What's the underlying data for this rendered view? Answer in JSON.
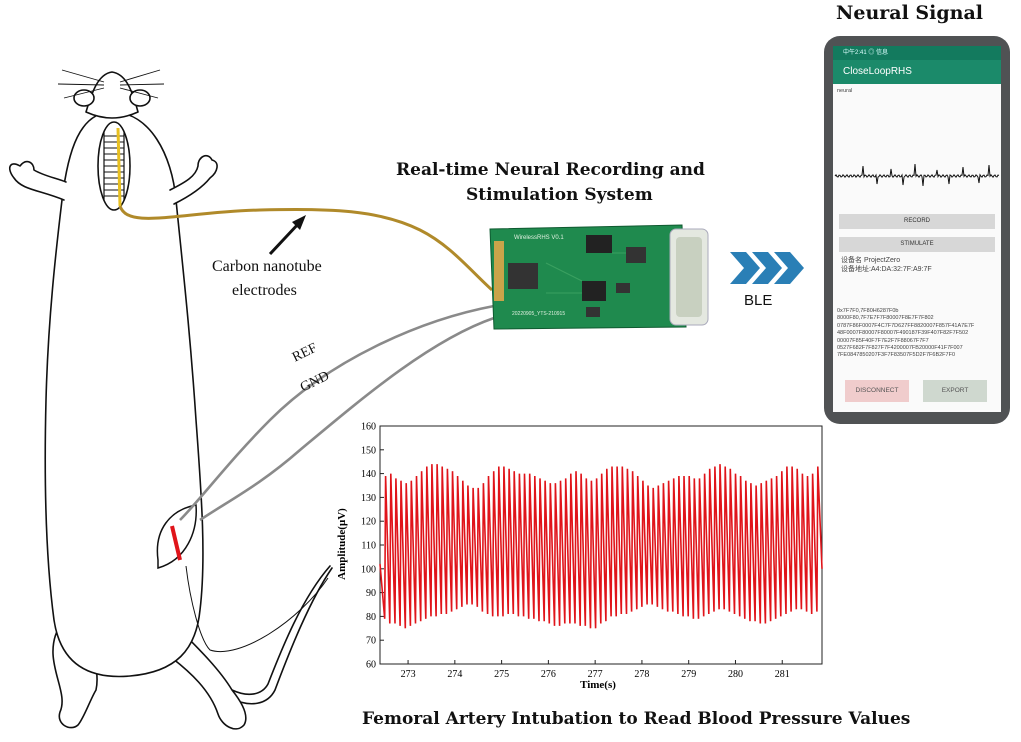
{
  "titles": {
    "neural_signal": "Neural Signal",
    "system_line1": "Real-time Neural Recording and",
    "system_line2": "Stimulation System",
    "femoral": "Femoral Artery Intubation to Read Blood Pressure Values"
  },
  "labels": {
    "electrodes_line1": "Carbon nanotube",
    "electrodes_line2": "electrodes",
    "ref": "REF",
    "gnd": "GND",
    "ble": "BLE"
  },
  "pcb": {
    "name": "WirelessRHS  V0.1",
    "serial": "20220905_YTS-210915"
  },
  "phone": {
    "status": "中午2:41 ◎ 信息",
    "app_title": "CloseLoopRHS",
    "signal_label": "neural",
    "record_button": "RECORD",
    "stimulate_button": "STIMULATE",
    "device_line1": "设备名 ProjectZero",
    "device_line2": "设备地址:A4:DA:32:7F:A9:7F",
    "data_lines": [
      "0x7F7F0,7F80H6287F0b",
      "8000F80,7F7E7F7F80007F8E7F7F802",
      "0787F86F0007F4C7F7D627FF8820007F857F41A7E7F",
      "48F0007F80007F80007F490187F39F407F82F7F502",
      "00007F85F40F7F7E2F7F88067F7F7",
      "0527F682F7F827F7F4200007FB20000F41F7F007",
      "7FE0847850207F3F7F83507F5D2F7F6B2F7F0"
    ],
    "disconnect_button": "DISCONNECT",
    "export_button": "EXPORT"
  },
  "colors": {
    "signal_line": "#e0141a",
    "electrode_wire": "#b08a2a",
    "pcb_green": "#1f8a4e",
    "app_bar": "#1b8a6a",
    "ble_arrow": "#2a7fb6"
  },
  "chart_data": {
    "type": "line",
    "title": "",
    "xlabel": "Time(s)",
    "ylabel": "Amplitude(μV)",
    "xlim": [
      272.4,
      281.85
    ],
    "ylim": [
      60,
      160
    ],
    "x_ticks": [
      273,
      274,
      275,
      276,
      277,
      278,
      279,
      280,
      281
    ],
    "y_ticks": [
      60,
      70,
      80,
      90,
      100,
      110,
      120,
      130,
      140,
      150,
      160
    ],
    "grid": false,
    "series": [
      {
        "cycle_period_s": 0.22,
        "points": [
          [
            272.4,
            102
          ],
          [
            272.5,
            79
          ],
          [
            272.52,
            139
          ],
          [
            272.61,
            77
          ],
          [
            272.63,
            140
          ],
          [
            272.72,
            77
          ],
          [
            272.74,
            138
          ],
          [
            272.83,
            76
          ],
          [
            272.85,
            137
          ],
          [
            272.94,
            75
          ],
          [
            272.96,
            136
          ],
          [
            273.05,
            76
          ],
          [
            273.07,
            137
          ],
          [
            273.16,
            77
          ],
          [
            273.18,
            139
          ],
          [
            273.27,
            78
          ],
          [
            273.29,
            141
          ],
          [
            273.38,
            79
          ],
          [
            273.4,
            143
          ],
          [
            273.49,
            80
          ],
          [
            273.51,
            144
          ],
          [
            273.6,
            80
          ],
          [
            273.62,
            144
          ],
          [
            273.71,
            81
          ],
          [
            273.73,
            143
          ],
          [
            273.82,
            81
          ],
          [
            273.84,
            142
          ],
          [
            273.93,
            82
          ],
          [
            273.95,
            141
          ],
          [
            274.04,
            83
          ],
          [
            274.06,
            139
          ],
          [
            274.15,
            84
          ],
          [
            274.17,
            137
          ],
          [
            274.26,
            85
          ],
          [
            274.28,
            135
          ],
          [
            274.37,
            85
          ],
          [
            274.39,
            134
          ],
          [
            274.48,
            84
          ],
          [
            274.5,
            134
          ],
          [
            274.59,
            82
          ],
          [
            274.61,
            136
          ],
          [
            274.7,
            81
          ],
          [
            274.72,
            139
          ],
          [
            274.81,
            80
          ],
          [
            274.83,
            141
          ],
          [
            274.92,
            80
          ],
          [
            274.94,
            143
          ],
          [
            275.03,
            80
          ],
          [
            275.05,
            143
          ],
          [
            275.14,
            81
          ],
          [
            275.16,
            142
          ],
          [
            275.25,
            81
          ],
          [
            275.27,
            141
          ],
          [
            275.36,
            80
          ],
          [
            275.38,
            140
          ],
          [
            275.47,
            80
          ],
          [
            275.49,
            140
          ],
          [
            275.58,
            79
          ],
          [
            275.6,
            140
          ],
          [
            275.69,
            79
          ],
          [
            275.71,
            139
          ],
          [
            275.8,
            78
          ],
          [
            275.82,
            138
          ],
          [
            275.91,
            78
          ],
          [
            275.93,
            137
          ],
          [
            276.02,
            77
          ],
          [
            276.04,
            136
          ],
          [
            276.13,
            76
          ],
          [
            276.15,
            136
          ],
          [
            276.24,
            76
          ],
          [
            276.26,
            137
          ],
          [
            276.35,
            77
          ],
          [
            276.37,
            138
          ],
          [
            276.46,
            77
          ],
          [
            276.48,
            140
          ],
          [
            276.57,
            77
          ],
          [
            276.59,
            141
          ],
          [
            276.68,
            76
          ],
          [
            276.7,
            140
          ],
          [
            276.79,
            76
          ],
          [
            276.81,
            138
          ],
          [
            276.9,
            75
          ],
          [
            276.92,
            137
          ],
          [
            277.01,
            75
          ],
          [
            277.03,
            138
          ],
          [
            277.12,
            77
          ],
          [
            277.14,
            140
          ],
          [
            277.23,
            78
          ],
          [
            277.25,
            142
          ],
          [
            277.34,
            80
          ],
          [
            277.36,
            143
          ],
          [
            277.45,
            80
          ],
          [
            277.47,
            143
          ],
          [
            277.56,
            81
          ],
          [
            277.58,
            143
          ],
          [
            277.67,
            81
          ],
          [
            277.69,
            142
          ],
          [
            277.78,
            82
          ],
          [
            277.8,
            141
          ],
          [
            277.89,
            83
          ],
          [
            277.91,
            139
          ],
          [
            278.0,
            84
          ],
          [
            278.02,
            137
          ],
          [
            278.11,
            85
          ],
          [
            278.13,
            135
          ],
          [
            278.22,
            85
          ],
          [
            278.24,
            134
          ],
          [
            278.33,
            84
          ],
          [
            278.35,
            135
          ],
          [
            278.44,
            83
          ],
          [
            278.46,
            136
          ],
          [
            278.55,
            82
          ],
          [
            278.57,
            137
          ],
          [
            278.66,
            82
          ],
          [
            278.68,
            138
          ],
          [
            278.77,
            81
          ],
          [
            278.79,
            139
          ],
          [
            278.88,
            80
          ],
          [
            278.9,
            139
          ],
          [
            278.99,
            80
          ],
          [
            279.01,
            139
          ],
          [
            279.1,
            79
          ],
          [
            279.12,
            138
          ],
          [
            279.21,
            79
          ],
          [
            279.23,
            138
          ],
          [
            279.32,
            80
          ],
          [
            279.34,
            140
          ],
          [
            279.43,
            81
          ],
          [
            279.45,
            142
          ],
          [
            279.54,
            82
          ],
          [
            279.56,
            143
          ],
          [
            279.65,
            83
          ],
          [
            279.67,
            144
          ],
          [
            279.76,
            83
          ],
          [
            279.78,
            143
          ],
          [
            279.87,
            82
          ],
          [
            279.89,
            142
          ],
          [
            279.98,
            81
          ],
          [
            280.0,
            140
          ],
          [
            280.09,
            80
          ],
          [
            280.11,
            139
          ],
          [
            280.2,
            79
          ],
          [
            280.22,
            137
          ],
          [
            280.31,
            78
          ],
          [
            280.33,
            136
          ],
          [
            280.42,
            78
          ],
          [
            280.44,
            135
          ],
          [
            280.53,
            77
          ],
          [
            280.55,
            136
          ],
          [
            280.64,
            77
          ],
          [
            280.66,
            137
          ],
          [
            280.75,
            78
          ],
          [
            280.77,
            138
          ],
          [
            280.86,
            79
          ],
          [
            280.88,
            139
          ],
          [
            280.97,
            80
          ],
          [
            280.99,
            141
          ],
          [
            281.08,
            81
          ],
          [
            281.1,
            143
          ],
          [
            281.19,
            82
          ],
          [
            281.21,
            143
          ],
          [
            281.3,
            83
          ],
          [
            281.32,
            142
          ],
          [
            281.41,
            83
          ],
          [
            281.43,
            140
          ],
          [
            281.52,
            82
          ],
          [
            281.54,
            139
          ],
          [
            281.63,
            81
          ],
          [
            281.65,
            140
          ],
          [
            281.74,
            82
          ],
          [
            281.76,
            143
          ],
          [
            281.85,
            100
          ]
        ]
      }
    ]
  }
}
